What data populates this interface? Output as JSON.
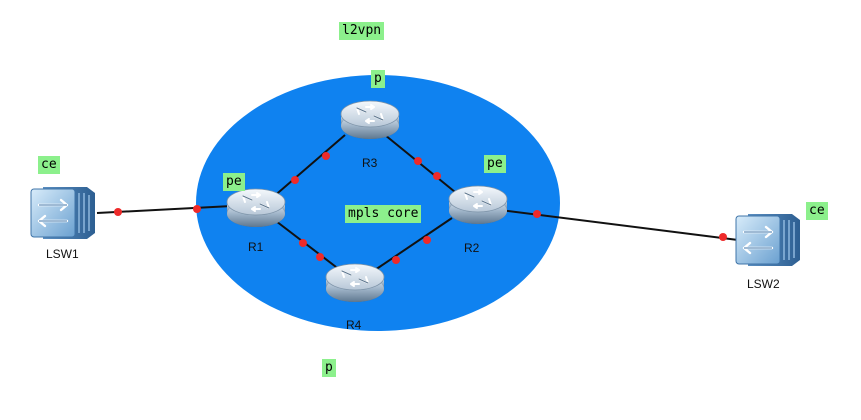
{
  "title": "l2vpn",
  "core_label": "mpls core",
  "nodes": {
    "lsw1": {
      "name": "LSW1",
      "role": "ce",
      "icon": "switch-icon"
    },
    "r1": {
      "name": "R1",
      "role": "pe",
      "icon": "router-icon"
    },
    "r3": {
      "name": "R3",
      "role": "p",
      "icon": "router-icon"
    },
    "r2": {
      "name": "R2",
      "role": "pe",
      "icon": "router-icon"
    },
    "r4": {
      "name": "R4",
      "role": "p",
      "icon": "router-icon"
    },
    "lsw2": {
      "name": "LSW2",
      "role": "ce",
      "icon": "switch-icon"
    }
  },
  "links": [
    [
      "LSW1",
      "R1"
    ],
    [
      "R1",
      "R3"
    ],
    [
      "R3",
      "R2"
    ],
    [
      "R1",
      "R4"
    ],
    [
      "R4",
      "R2"
    ],
    [
      "R2",
      "LSW2"
    ]
  ],
  "colors": {
    "core_area": "#0f82f0",
    "tag_background": "#8cf08c",
    "port_dot": "#ee2a2a",
    "link": "#111111"
  }
}
